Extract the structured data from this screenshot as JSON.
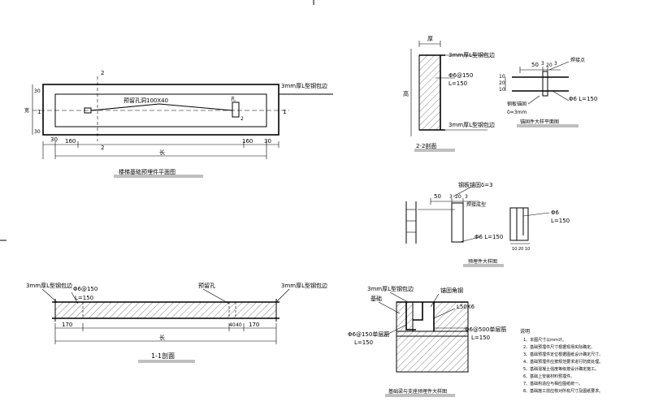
{
  "plan": {
    "title": "楼梯基础预埋件平面图",
    "label_steel_edge": "3mm厚L型钢包边",
    "label_embed_plate": "预留孔洞100X40",
    "dim_30_left": "30",
    "dim_160_left": "160",
    "dim_160_right": "160",
    "dim_30_right": "30",
    "dim_total": "长",
    "sec1_left": "1",
    "sec1_right": "1",
    "sec2_top": "2",
    "sec2_bottom": "2",
    "dim_side_30_top": "30",
    "dim_side_30_bottom": "30",
    "dim_side_w": "宽",
    "hole_label": "孔",
    "hole_num": "2"
  },
  "sec22": {
    "title": "2-2剖面",
    "label_top_edge": "3mm厚L型钢包边",
    "label_bottom_edge": "3mm厚L型钢包边",
    "label_rebar": "Φ6@150",
    "label_rebar_len": "L=150",
    "dim_thickness": "厚",
    "dim_height": "高"
  },
  "detail_anchor": {
    "title": "锚固件大样平面图",
    "dim_50": "50",
    "dim_3a": "3",
    "dim_20": "20",
    "dim_3b": "3",
    "label_weld": "焊接点",
    "dim_10": "10",
    "dim_20v": "20",
    "dim_10b": "10",
    "label_plate": "钢板锚固",
    "label_plate_t": "δ=3mm",
    "label_bar": "Φ6 L=150"
  },
  "detail_piece": {
    "title": "预埋件大样图",
    "label_plate": "钢板锚固δ=3",
    "dim_50": "50",
    "dim_3": "3",
    "dim_20": "20",
    "dim_3b": "3",
    "label_weld": "焊接成型",
    "label_bar": "Φ6 L=150",
    "label_bar2": "Φ6",
    "label_bar2_len": "L=150",
    "dim_10": "10",
    "dim_10b": "10"
  },
  "sec11": {
    "title": "1-1剖面",
    "label_left_edge": "3mm厚L型钢包边",
    "label_rebar": "Φ6@150",
    "label_rebar_len": "L=150",
    "label_hole": "预留孔",
    "label_right_edge": "3mm厚L型钢包边",
    "dim_170_left": "170",
    "dim_40_left": "40",
    "dim_40_right": "40",
    "dim_170_right": "170",
    "dim_total": "长"
  },
  "sec_node": {
    "title": "基础梁与支座预埋件大样图",
    "label_edge": "3mm厚L型钢包边",
    "label_base": "基础",
    "label_plate": "锚固角钢",
    "label_angle": "L50X6",
    "label_rebar_left": "Φ6@150单层筋",
    "label_rebar_left_len": "L=150",
    "label_rebar_right": "Φ6@500单层筋",
    "label_rebar_right_len": "L=150"
  },
  "notes": {
    "heading": "说明",
    "items": [
      "1、本图尺寸以mm计。",
      "2、基础预埋件尺寸根据现场实际确定。",
      "3、基础预埋件定位根据图纸设计确定尺寸。",
      "4、基础预埋件应按规范要求进行防腐处理。",
      "5、基础混凝土强度等级按设计确定施工。",
      "6、基础上安装材料预埋件。",
      "7、基础构造应与相应图纸统一。",
      "8、基础施工前应核对所有尺寸及图纸要求。"
    ]
  }
}
